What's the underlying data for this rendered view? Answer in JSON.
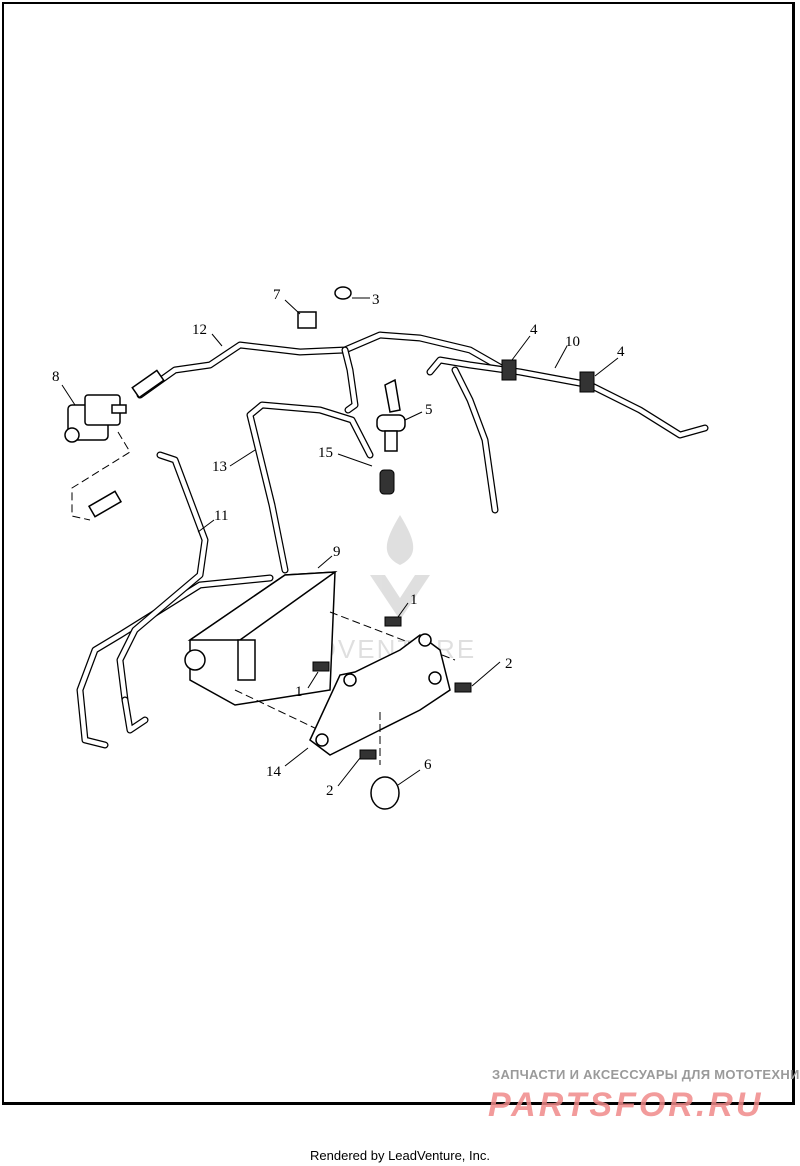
{
  "diagram": {
    "callouts": [
      "7",
      "3",
      "12",
      "4",
      "10",
      "4",
      "8",
      "5",
      "15",
      "13",
      "11",
      "9",
      "1",
      "2",
      "1",
      "14",
      "2",
      "6"
    ]
  },
  "watermarks": {
    "center": "LEADVENTURE",
    "tagline": "ЗАПЧАСТИ И АКСЕССУАРЫ ДЛЯ МОТОТЕХНИКИ",
    "brand": "PARTSFOR.RU"
  },
  "footer": {
    "text": "Rendered by LeadVenture, Inc."
  },
  "colors": {
    "line": "#000000",
    "brand_watermark": "#f08a8a"
  }
}
